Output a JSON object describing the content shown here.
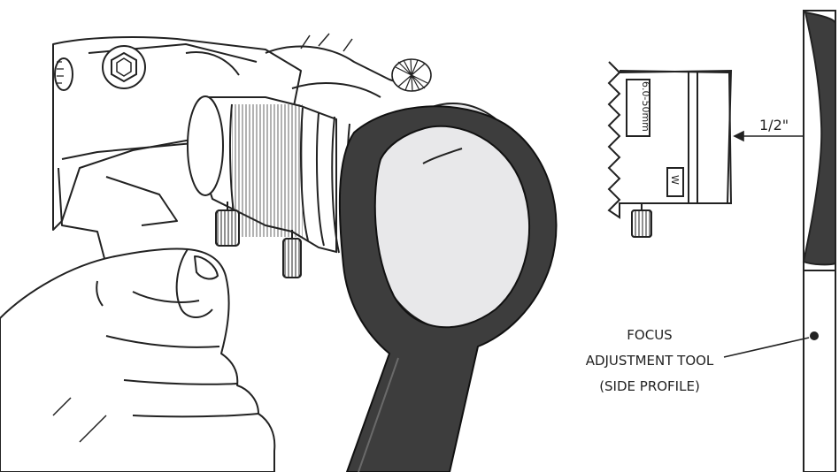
{
  "lens": {
    "range_label": "6.0-50mm",
    "setting_label": "W"
  },
  "measurement": {
    "label": "1/2\""
  },
  "callout": {
    "line1": "FOCUS",
    "line2": "ADJUSTMENT TOOL",
    "line3": "(SIDE PROFILE)"
  },
  "colors": {
    "tool": "#3d3d3d",
    "tool_highlight": "#6a6a6a",
    "line": "#222222",
    "skin": "#ffffff",
    "lens_glass": "#e8e8ea"
  }
}
